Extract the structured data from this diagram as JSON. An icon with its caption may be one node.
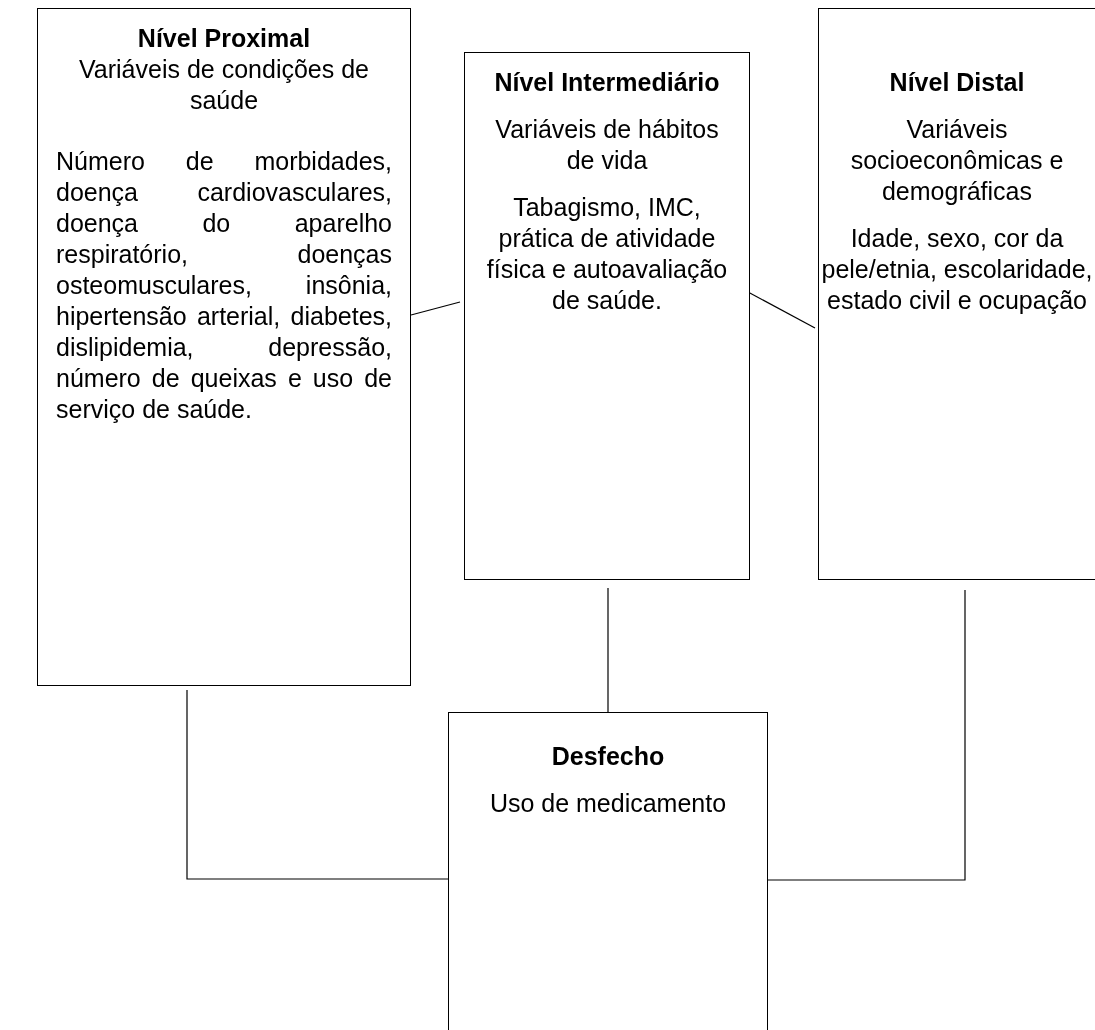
{
  "diagram": {
    "nodes": [
      {
        "text": [
          "Nível Proximal",
          "Variáveis de condições de saúde",
          "Número de morbidades, doença cardiovasculares, doença do aparelho respiratório, doenças osteomusculares, insônia, hipertensão arterial, diabetes, dislipidemia, depressão, número de queixas e uso de serviço de saúde."
        ]
      },
      {
        "text": [
          "Nível Intermediário",
          "Variáveis de hábitos de vida",
          "Tabagismo, IMC, prática de atividade física e autoavaliação de saúde."
        ]
      },
      {
        "text": [
          "Nível Distal",
          "Variáveis socioeconômicas e demográficas",
          "Idade, sexo, cor da pele/etnia, escolaridade, estado civil e ocupação"
        ]
      },
      {
        "text": [
          "Desfecho",
          "Uso de medicamento"
        ]
      }
    ],
    "edges": [
      {
        "from": 0,
        "to": 1,
        "arrow": "none"
      },
      {
        "from": 1,
        "to": 2,
        "arrow": "none"
      },
      {
        "from": 1,
        "to": 3,
        "arrow": "none"
      },
      {
        "from": 0,
        "to": 3,
        "arrow": "none"
      },
      {
        "from": 2,
        "to": 3,
        "arrow": "none"
      }
    ]
  }
}
